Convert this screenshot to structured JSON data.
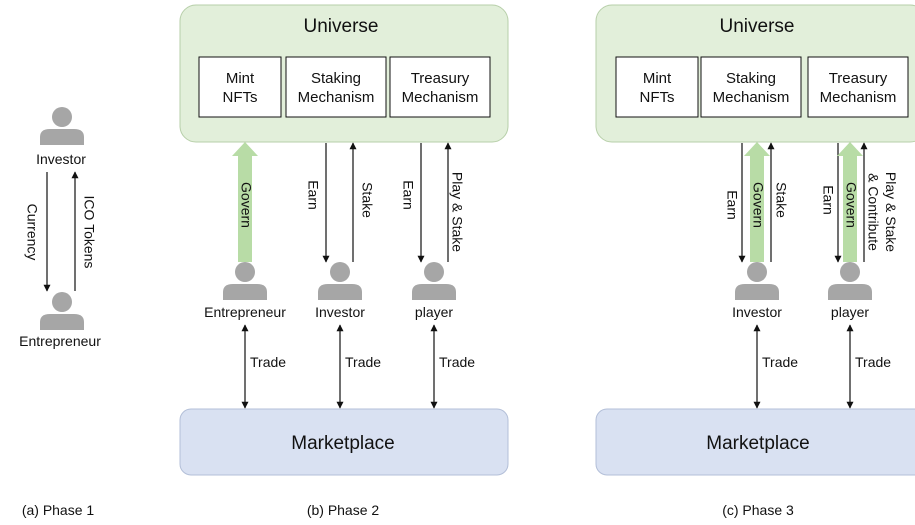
{
  "colors": {
    "universe_fill": "#e2efda",
    "universe_stroke": "#b7cfa9",
    "marketplace_fill": "#d9e1f2",
    "marketplace_stroke": "#b3bfd8",
    "govern_arrow": "#b8dca6",
    "person": "#a6a6a6",
    "line": "#111111"
  },
  "icons": {
    "person": "person-icon"
  },
  "phase1": {
    "investor_label": "Investor",
    "entrepreneur_label": "Entrepreneur",
    "currency_label": "Currency",
    "ico_tokens_label": "ICO Tokens",
    "caption": "(a) Phase 1"
  },
  "phase2": {
    "universe_title": "Universe",
    "modules": [
      "Mint\nNFTs",
      "Staking\nMechanism",
      "Treasury\nMechanism"
    ],
    "govern_label": "Govern",
    "earn_label": "Earn",
    "stake_label": "Stake",
    "play_stake_label": "Play & Stake",
    "entrepreneur_label": "Entrepreneur",
    "investor_label": "Investor",
    "player_label": "player",
    "trade_label": "Trade",
    "marketplace_title": "Marketplace",
    "caption": "(b) Phase 2"
  },
  "phase3": {
    "universe_title": "Universe",
    "modules": [
      "Mint\nNFTs",
      "Staking\nMechanism",
      "Treasury\nMechanism"
    ],
    "earn_label": "Earn",
    "govern_label": "Govern",
    "stake_label": "Stake",
    "play_stake_contribute_label": "Play & Stake\n& Contribute",
    "investor_label": "Investor",
    "player_label": "player",
    "trade_label": "Trade",
    "marketplace_title": "Marketplace",
    "caption": "(c) Phase 3"
  }
}
